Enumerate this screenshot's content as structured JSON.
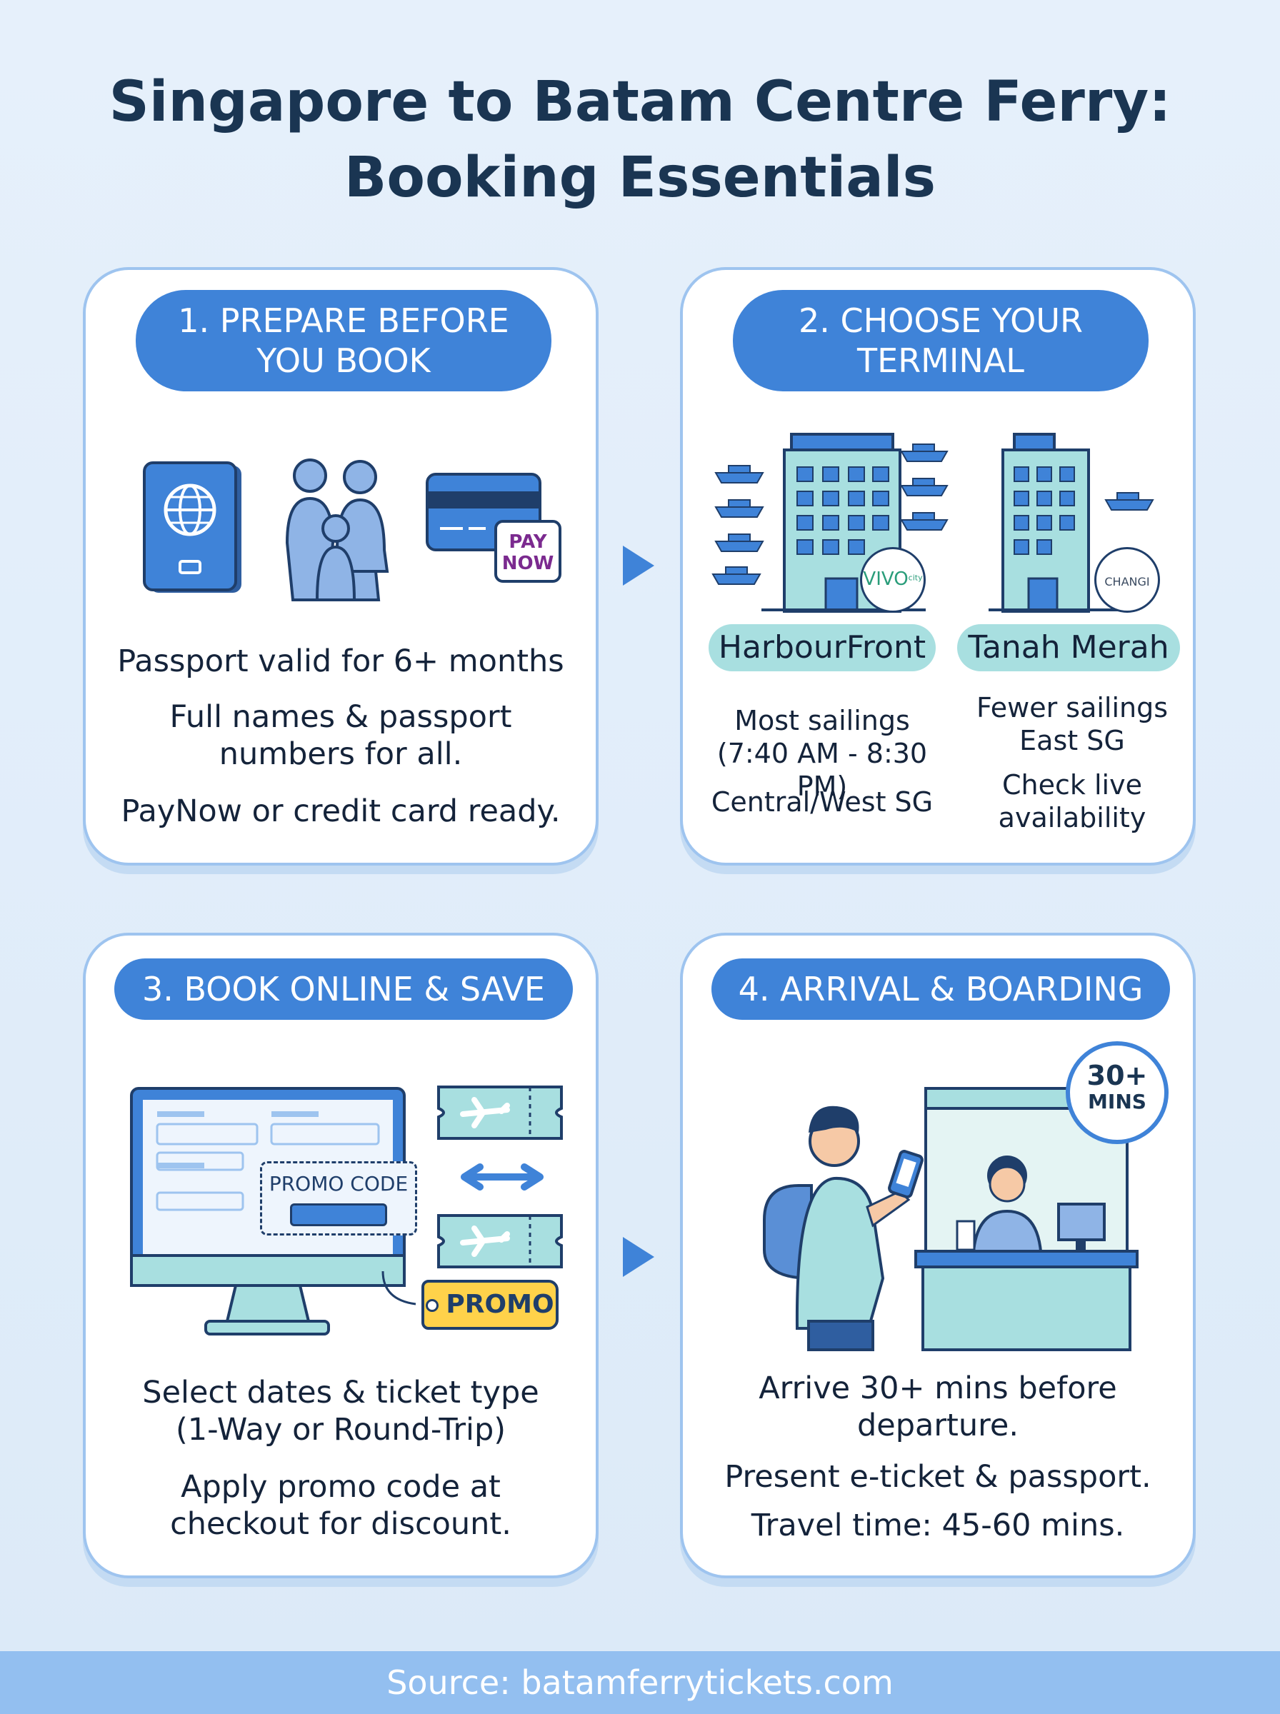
{
  "title": {
    "line1": "Singapore to Batam Centre Ferry:",
    "line2": "Booking Essentials"
  },
  "step1": {
    "heading_line1": "1. PREPARE BEFORE",
    "heading_line2": "YOU BOOK",
    "icons": [
      "passport-icon",
      "family-icon",
      "credit-card-icon",
      "paynow-logo"
    ],
    "paynow_logo_text": [
      "PAY",
      "NOW"
    ],
    "items": [
      {
        "lines": [
          "Passport valid for 6+ months"
        ]
      },
      {
        "lines": [
          "Full names & passport",
          "numbers for all."
        ]
      },
      {
        "lines": [
          "PayNow or credit card ready."
        ]
      }
    ]
  },
  "step2": {
    "heading_line1": "2. CHOOSE YOUR",
    "heading_line2": "TERMINAL",
    "terminals": [
      {
        "name": "HarbourFront",
        "logo_text": "VIVO",
        "logo_sup": "city",
        "details": [
          {
            "lines": [
              "Most sailings",
              "(7:40 AM - 8:30 PM)"
            ]
          },
          {
            "lines": [
              "Central/West SG"
            ]
          }
        ]
      },
      {
        "name": "Tanah Merah",
        "logo_text": "CHANGI",
        "details": [
          {
            "lines": [
              "Fewer sailings",
              "East SG"
            ]
          },
          {
            "lines": [
              "Check live",
              "availability"
            ]
          }
        ]
      }
    ]
  },
  "step3": {
    "heading": "3. BOOK ONLINE & SAVE",
    "promo_code_label": "PROMO CODE",
    "promo_tag": "PROMO",
    "items": [
      {
        "lines": [
          "Select dates & ticket type",
          "(1-Way or Round-Trip)"
        ]
      },
      {
        "lines": [
          "Apply promo code at",
          "checkout for discount."
        ]
      }
    ]
  },
  "step4": {
    "heading": "4. ARRIVAL & BOARDING",
    "clock_line1": "30+",
    "clock_line2": "MINS",
    "items": [
      {
        "lines": [
          "Arrive 30+ mins before",
          "departure."
        ]
      },
      {
        "lines": [
          "Present e-ticket & passport."
        ]
      },
      {
        "lines": [
          "Travel time: 45-60 mins."
        ]
      }
    ]
  },
  "footer": "Source: batamferrytickets.com",
  "colors": {
    "accent": "#3f83d8",
    "teal": "#a8dfe0",
    "card_border": "#9ec4ef",
    "title": "#1a3552",
    "promo_tag": "#ffd24a",
    "paynow": "#7b2a8f"
  }
}
